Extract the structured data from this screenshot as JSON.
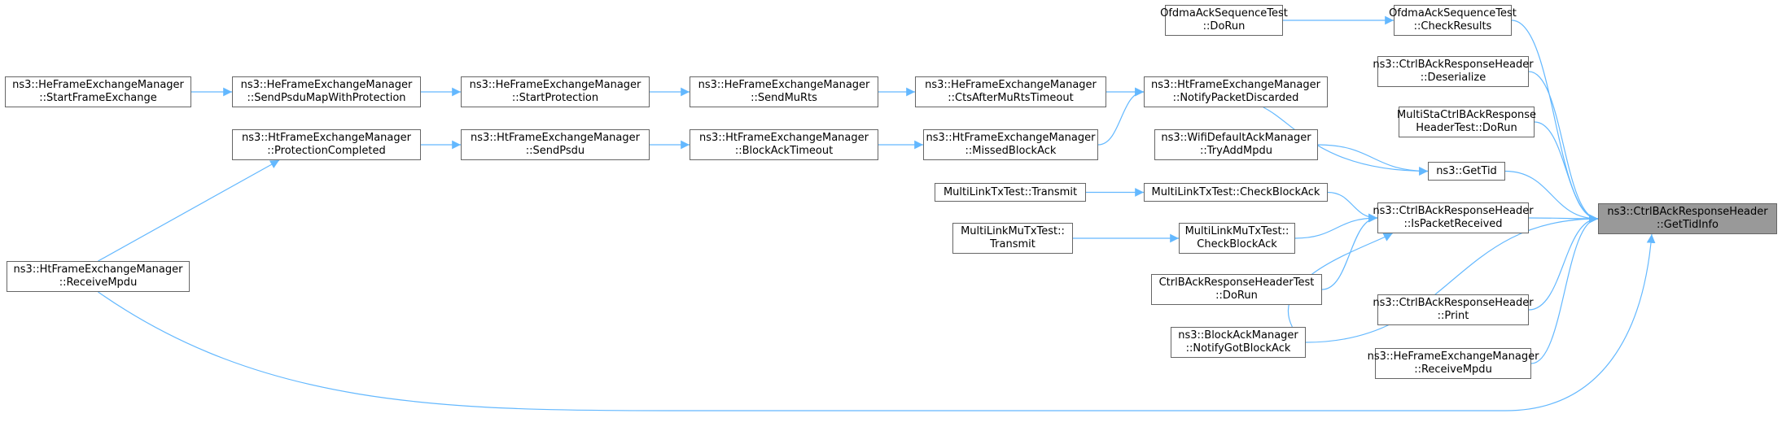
{
  "nodes": {
    "root": {
      "l1": "ns3::CtrlBAckResponseHeader",
      "l2": "::GetTidInfo"
    },
    "ofdma_check": {
      "l1": "OfdmaAckSequenceTest",
      "l2": "::CheckResults"
    },
    "ofdma_dorun": {
      "l1": "OfdmaAckSequenceTest",
      "l2": "::DoRun"
    },
    "deserialize": {
      "l1": "ns3::CtrlBAckResponseHeader",
      "l2": "::Deserialize"
    },
    "multista": {
      "l1": "MultiStaCtrlBAckResponse",
      "l2": "HeaderTest::DoRun"
    },
    "gettid": {
      "l1": "ns3::GetTid"
    },
    "ispacket": {
      "l1": "ns3::CtrlBAckResponseHeader",
      "l2": "::IsPacketReceived"
    },
    "print": {
      "l1": "ns3::CtrlBAckResponseHeader",
      "l2": "::Print"
    },
    "he_receive": {
      "l1": "ns3::HeFrameExchangeManager",
      "l2": "::ReceiveMpdu"
    },
    "notify_discard": {
      "l1": "ns3::HtFrameExchangeManager",
      "l2": "::NotifyPacketDiscarded"
    },
    "tryadd": {
      "l1": "ns3::WifiDefaultAckManager",
      "l2": "::TryAddMpdu"
    },
    "checkblockack": {
      "l1": "MultiLinkTxTest::CheckBlockAck"
    },
    "mu_check": {
      "l1": "MultiLinkMuTxTest::",
      "l2": "CheckBlockAck"
    },
    "ctrl_test": {
      "l1": "CtrlBAckResponseHeaderTest",
      "l2": "::DoRun"
    },
    "notifygot": {
      "l1": "ns3::BlockAckManager",
      "l2": "::NotifyGotBlockAck"
    },
    "ctsafter": {
      "l1": "ns3::HeFrameExchangeManager",
      "l2": "::CtsAfterMuRtsTimeout"
    },
    "missed": {
      "l1": "ns3::HtFrameExchangeManager",
      "l2": "::MissedBlockAck"
    },
    "ml_transmit": {
      "l1": "MultiLinkTxTest::Transmit"
    },
    "mu_transmit": {
      "l1": "MultiLinkMuTxTest::",
      "l2": "Transmit"
    },
    "sendmurts": {
      "l1": "ns3::HeFrameExchangeManager",
      "l2": "::SendMuRts"
    },
    "blockacktimeout": {
      "l1": "ns3::HtFrameExchangeManager",
      "l2": "::BlockAckTimeout"
    },
    "startprot": {
      "l1": "ns3::HeFrameExchangeManager",
      "l2": "::StartProtection"
    },
    "sendpsdu": {
      "l1": "ns3::HtFrameExchangeManager",
      "l2": "::SendPsdu"
    },
    "sendpsdumap": {
      "l1": "ns3::HeFrameExchangeManager",
      "l2": "::SendPsduMapWithProtection"
    },
    "protcompleted": {
      "l1": "ns3::HtFrameExchangeManager",
      "l2": "::ProtectionCompleted"
    },
    "startfe": {
      "l1": "ns3::HeFrameExchangeManager",
      "l2": "::StartFrameExchange"
    },
    "ht_receive": {
      "l1": "ns3::HtFrameExchangeManager",
      "l2": "::ReceiveMpdu"
    }
  },
  "edges": [
    [
      "ofdma_check",
      "root"
    ],
    [
      "deserialize",
      "root"
    ],
    [
      "multista",
      "root"
    ],
    [
      "gettid",
      "root"
    ],
    [
      "ispacket",
      "root"
    ],
    [
      "print",
      "root"
    ],
    [
      "he_receive",
      "root"
    ],
    [
      "notifygot",
      "root"
    ],
    [
      "ht_receive",
      "root"
    ],
    [
      "ofdma_dorun",
      "ofdma_check"
    ],
    [
      "notify_discard",
      "gettid"
    ],
    [
      "tryadd",
      "gettid"
    ],
    [
      "checkblockack",
      "ispacket"
    ],
    [
      "mu_check",
      "ispacket"
    ],
    [
      "ctrl_test",
      "ispacket"
    ],
    [
      "notifygot",
      "ispacket"
    ],
    [
      "ctsafter",
      "notify_discard"
    ],
    [
      "missed",
      "notify_discard"
    ],
    [
      "ml_transmit",
      "checkblockack"
    ],
    [
      "mu_transmit",
      "mu_check"
    ],
    [
      "sendmurts",
      "ctsafter"
    ],
    [
      "blockacktimeout",
      "missed"
    ],
    [
      "startprot",
      "sendmurts"
    ],
    [
      "sendpsdu",
      "blockacktimeout"
    ],
    [
      "sendpsdumap",
      "startprot"
    ],
    [
      "protcompleted",
      "sendpsdu"
    ],
    [
      "startfe",
      "sendpsdumap"
    ],
    [
      "ht_receive",
      "protcompleted"
    ]
  ],
  "colors": {
    "edge": "#63b8ff",
    "root_fill": "#999999",
    "border": "#666666"
  }
}
